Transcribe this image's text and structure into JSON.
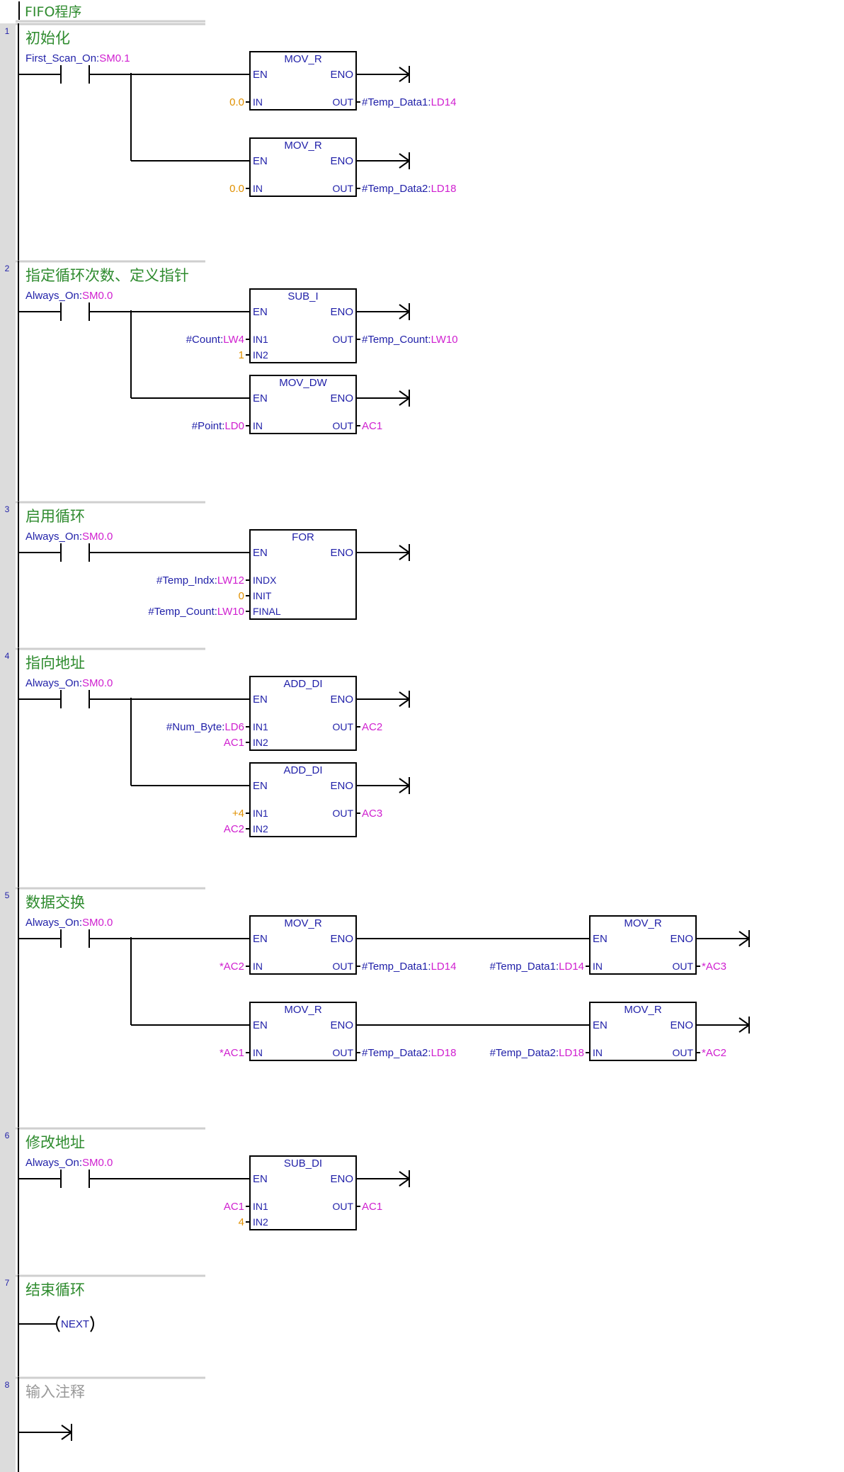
{
  "program_title": "FIFO程序",
  "colors": {
    "title_green": "#2e8b2e",
    "wire": "#000000",
    "label_blue": "#1f1fa8",
    "address_magenta": "#d020d0",
    "constant_orange": "#e09000",
    "gutter_gray": "#dcdcdc",
    "comment_gray": "#999999"
  },
  "networks": [
    {
      "number": "1",
      "title": "初始化",
      "rungs": [
        {
          "contact": {
            "symbol": "First_Scan_On",
            "address": "SM0.1"
          },
          "chain": [
            {
              "name": "MOV_R",
              "left_pins": [
                {
                  "pin": "IN",
                  "value": "0.0",
                  "kind": "const"
                }
              ],
              "right_pins": [
                {
                  "pin": "OUT",
                  "symbol": "#Temp_Data1",
                  "address": "LD14"
                }
              ]
            }
          ]
        },
        {
          "branch": true,
          "chain": [
            {
              "name": "MOV_R",
              "left_pins": [
                {
                  "pin": "IN",
                  "value": "0.0",
                  "kind": "const"
                }
              ],
              "right_pins": [
                {
                  "pin": "OUT",
                  "symbol": "#Temp_Data2",
                  "address": "LD18"
                }
              ]
            }
          ]
        }
      ]
    },
    {
      "number": "2",
      "title": "指定循环次数、定义指针",
      "rungs": [
        {
          "contact": {
            "symbol": "Always_On",
            "address": "SM0.0"
          },
          "chain": [
            {
              "name": "SUB_I",
              "left_pins": [
                {
                  "pin": "IN1",
                  "symbol": "#Count",
                  "address": "LW4"
                },
                {
                  "pin": "IN2",
                  "value": "1",
                  "kind": "const"
                }
              ],
              "right_pins": [
                {
                  "pin": "OUT",
                  "symbol": "#Temp_Count",
                  "address": "LW10"
                }
              ]
            }
          ]
        },
        {
          "branch": true,
          "chain": [
            {
              "name": "MOV_DW",
              "left_pins": [
                {
                  "pin": "IN",
                  "symbol": "#Point",
                  "address": "LD0"
                }
              ],
              "right_pins": [
                {
                  "pin": "OUT",
                  "address": "AC1"
                }
              ]
            }
          ]
        }
      ]
    },
    {
      "number": "3",
      "title": "启用循环",
      "rungs": [
        {
          "contact": {
            "symbol": "Always_On",
            "address": "SM0.0"
          },
          "chain": [
            {
              "name": "FOR",
              "left_pins": [
                {
                  "pin": "INDX",
                  "symbol": "#Temp_Indx",
                  "address": "LW12"
                },
                {
                  "pin": "INIT",
                  "value": "0",
                  "kind": "const"
                },
                {
                  "pin": "FINAL",
                  "symbol": "#Temp_Count",
                  "address": "LW10"
                }
              ],
              "right_pins": []
            }
          ]
        }
      ]
    },
    {
      "number": "4",
      "title": "指向地址",
      "rungs": [
        {
          "contact": {
            "symbol": "Always_On",
            "address": "SM0.0"
          },
          "chain": [
            {
              "name": "ADD_DI",
              "left_pins": [
                {
                  "pin": "IN1",
                  "symbol": "#Num_Byte",
                  "address": "LD6"
                },
                {
                  "pin": "IN2",
                  "address": "AC1"
                }
              ],
              "right_pins": [
                {
                  "pin": "OUT",
                  "address": "AC2"
                }
              ]
            }
          ]
        },
        {
          "branch": true,
          "chain": [
            {
              "name": "ADD_DI",
              "left_pins": [
                {
                  "pin": "IN1",
                  "value": "+4",
                  "kind": "const"
                },
                {
                  "pin": "IN2",
                  "address": "AC2"
                }
              ],
              "right_pins": [
                {
                  "pin": "OUT",
                  "address": "AC3"
                }
              ]
            }
          ]
        }
      ]
    },
    {
      "number": "5",
      "title": "数据交换",
      "rungs": [
        {
          "contact": {
            "symbol": "Always_On",
            "address": "SM0.0"
          },
          "chain": [
            {
              "name": "MOV_R",
              "left_pins": [
                {
                  "pin": "IN",
                  "address": "*AC2"
                }
              ],
              "right_pins": [
                {
                  "pin": "OUT",
                  "symbol": "#Temp_Data1",
                  "address": "LD14"
                }
              ]
            },
            {
              "name": "MOV_R",
              "left_pins": [
                {
                  "pin": "IN",
                  "symbol": "#Temp_Data1",
                  "address": "LD14"
                }
              ],
              "right_pins": [
                {
                  "pin": "OUT",
                  "address": "*AC3"
                }
              ]
            }
          ]
        },
        {
          "branch": true,
          "chain": [
            {
              "name": "MOV_R",
              "left_pins": [
                {
                  "pin": "IN",
                  "address": "*AC1"
                }
              ],
              "right_pins": [
                {
                  "pin": "OUT",
                  "symbol": "#Temp_Data2",
                  "address": "LD18"
                }
              ]
            },
            {
              "name": "MOV_R",
              "left_pins": [
                {
                  "pin": "IN",
                  "symbol": "#Temp_Data2",
                  "address": "LD18"
                }
              ],
              "right_pins": [
                {
                  "pin": "OUT",
                  "address": "*AC2"
                }
              ]
            }
          ]
        }
      ]
    },
    {
      "number": "6",
      "title": "修改地址",
      "rungs": [
        {
          "contact": {
            "symbol": "Always_On",
            "address": "SM0.0"
          },
          "chain": [
            {
              "name": "SUB_DI",
              "left_pins": [
                {
                  "pin": "IN1",
                  "address": "AC1"
                },
                {
                  "pin": "IN2",
                  "value": "4",
                  "kind": "const"
                }
              ],
              "right_pins": [
                {
                  "pin": "OUT",
                  "address": "AC1"
                }
              ]
            }
          ]
        }
      ]
    },
    {
      "number": "7",
      "title": "结束循环",
      "coil": "NEXT"
    },
    {
      "number": "8",
      "title": "输入注释",
      "placeholder": true
    }
  ]
}
